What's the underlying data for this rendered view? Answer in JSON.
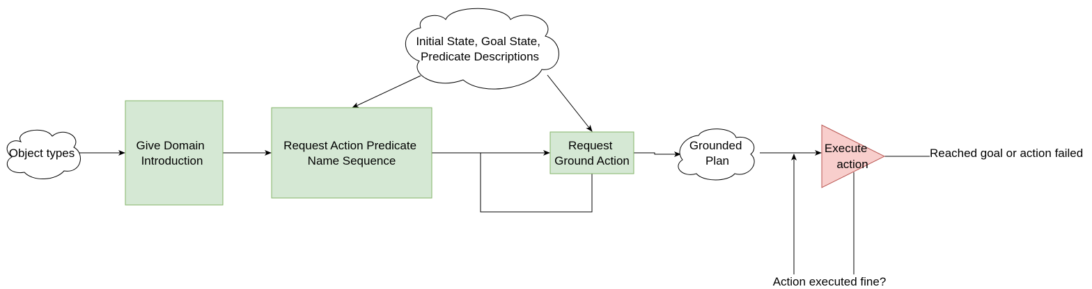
{
  "colors": {
    "process_fill": "#d5e8d4",
    "process_stroke": "#82b366",
    "execute_fill": "#f8cecc",
    "execute_stroke": "#b85450",
    "cloud_fill": "#ffffff",
    "cloud_stroke": "#000000",
    "edge": "#000000"
  },
  "nodes": {
    "object_types": "Object types",
    "give_domain": [
      "Give Domain",
      "Introduction"
    ],
    "request_action_sequence": [
      "Request Action Predicate",
      "Name Sequence"
    ],
    "state_info": [
      "Initial State, Goal State,",
      "Predicate Descriptions"
    ],
    "request_ground_action": [
      "Request",
      "Ground Action"
    ],
    "grounded_plan": [
      "Grounded",
      "Plan"
    ],
    "execute_action": [
      "Execute",
      "action"
    ]
  },
  "labels": {
    "reached_goal": "Reached goal or action failed",
    "action_executed_fine": "Action executed fine?"
  }
}
